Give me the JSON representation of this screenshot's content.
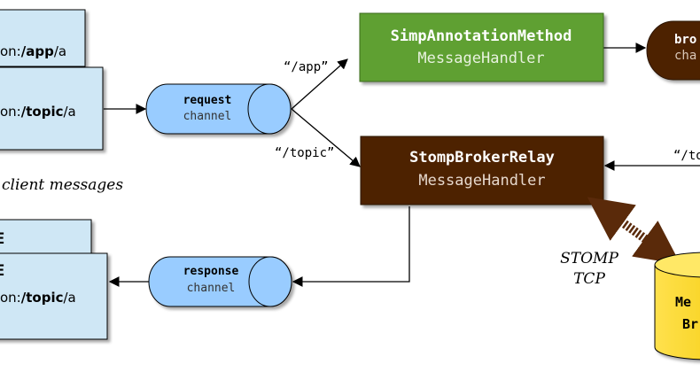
{
  "client_in": {
    "back_frame_text": "on:/app/a",
    "front_frame_text": "on:/topic/a",
    "back_prefix": "on:",
    "back_dest": "/app",
    "back_suffix": "/a",
    "front_prefix": "on:",
    "front_dest": "/topic",
    "front_suffix": "/a",
    "caption": "client messages"
  },
  "client_out": {
    "back_frame_text": "E",
    "front_title": "E",
    "front_prefix": "on:",
    "front_dest": "/topic",
    "front_suffix": "/a"
  },
  "request_channel": {
    "line1": "request",
    "line2": "channel"
  },
  "response_channel": {
    "line1": "response",
    "line2": "channel"
  },
  "route_app": "“/app”",
  "route_topic": "“/topic”",
  "route_topic_right": "“/to",
  "simp_handler": {
    "line1": "SimpAnnotationMethod",
    "line2": "MessageHandler"
  },
  "stomp_handler": {
    "line1": "StompBrokerRelay",
    "line2": "MessageHandler"
  },
  "broker_channel": {
    "line1": "bro",
    "line2": "cha"
  },
  "stomp_tcp": {
    "line1": "STOMP",
    "line2": "TCP"
  },
  "message_broker": {
    "line1": "Me",
    "line2": "Br"
  },
  "colors": {
    "frame_fill": "#cfe7f5",
    "channel_fill": "#99ccff",
    "simp_fill": "#5ea033",
    "stomp_fill": "#4d2200",
    "broker_fill": "#ffdd33",
    "arrow": "#000000",
    "tcp_arrow": "#5a2a0a"
  }
}
